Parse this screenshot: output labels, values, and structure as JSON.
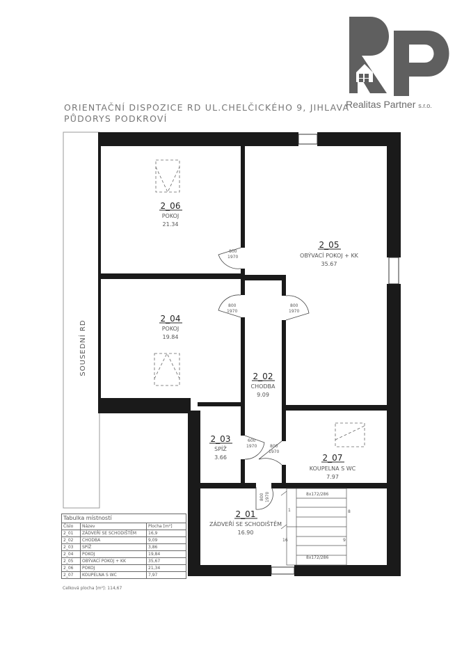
{
  "brand": {
    "name": "Realitas Partner",
    "suffix": "s.r.o.",
    "colors": {
      "logo": "#606060"
    }
  },
  "title": {
    "line1": "ORIENTAČNÍ DISPOZICE RD UL.CHELČICKÉHO 9, JIHLAVA",
    "line2": "PŮDORYS PODKROVÍ"
  },
  "neighbor_label": "SOUSEDNÍ RD",
  "rooms": [
    {
      "number": "2_06",
      "name": "POKOJ",
      "area": "21.34"
    },
    {
      "number": "2_05",
      "name": "OBÝVACÍ POKOJ + KK",
      "area": "35.67"
    },
    {
      "number": "2_04",
      "name": "POKOJ",
      "area": "19.84"
    },
    {
      "number": "2_02",
      "name": "CHODBA",
      "area": "9.09"
    },
    {
      "number": "2_03",
      "name": "SPÍŽ",
      "area": "3.66"
    },
    {
      "number": "2_07",
      "name": "KOUPELNA S WC",
      "area": "7.97"
    },
    {
      "number": "2_01",
      "name": "ZÁDVEŘÍ SE SCHODIŠTĚM",
      "area": "16.90"
    }
  ],
  "doors": [
    {
      "width": "800",
      "height": "1970"
    },
    {
      "width": "800",
      "height": "1970"
    },
    {
      "width": "800",
      "height": "1970"
    },
    {
      "width": "600",
      "height": "1970"
    },
    {
      "width": "800",
      "height": "1970"
    },
    {
      "width": "800",
      "height": "1970"
    }
  ],
  "stairs": {
    "top_label": "8x172/286",
    "bottom_label": "8x172/286",
    "numbers": [
      "1",
      "8",
      "9",
      "16"
    ]
  },
  "table": {
    "caption": "Tabulka místností",
    "headers": [
      "Číslo",
      "Název",
      "Plocha [m²]"
    ],
    "rows": [
      [
        "2_01",
        "ZÁDVEŘÍ SE SCHODIŠTĚM",
        "16,9"
      ],
      [
        "2_02",
        "CHODBA",
        "9,09"
      ],
      [
        "2_03",
        "SPÍŽ",
        "3,86"
      ],
      [
        "2_04",
        "POKOJ",
        "19,84"
      ],
      [
        "2_05",
        "OBÝVACÍ POKOJ + KK",
        "35,67"
      ],
      [
        "2_06",
        "POKOJ",
        "21,34"
      ],
      [
        "2_07",
        "KOUPELNA S WC",
        "7,97"
      ]
    ],
    "total": "Celková plocha [m²]: 114,67"
  }
}
